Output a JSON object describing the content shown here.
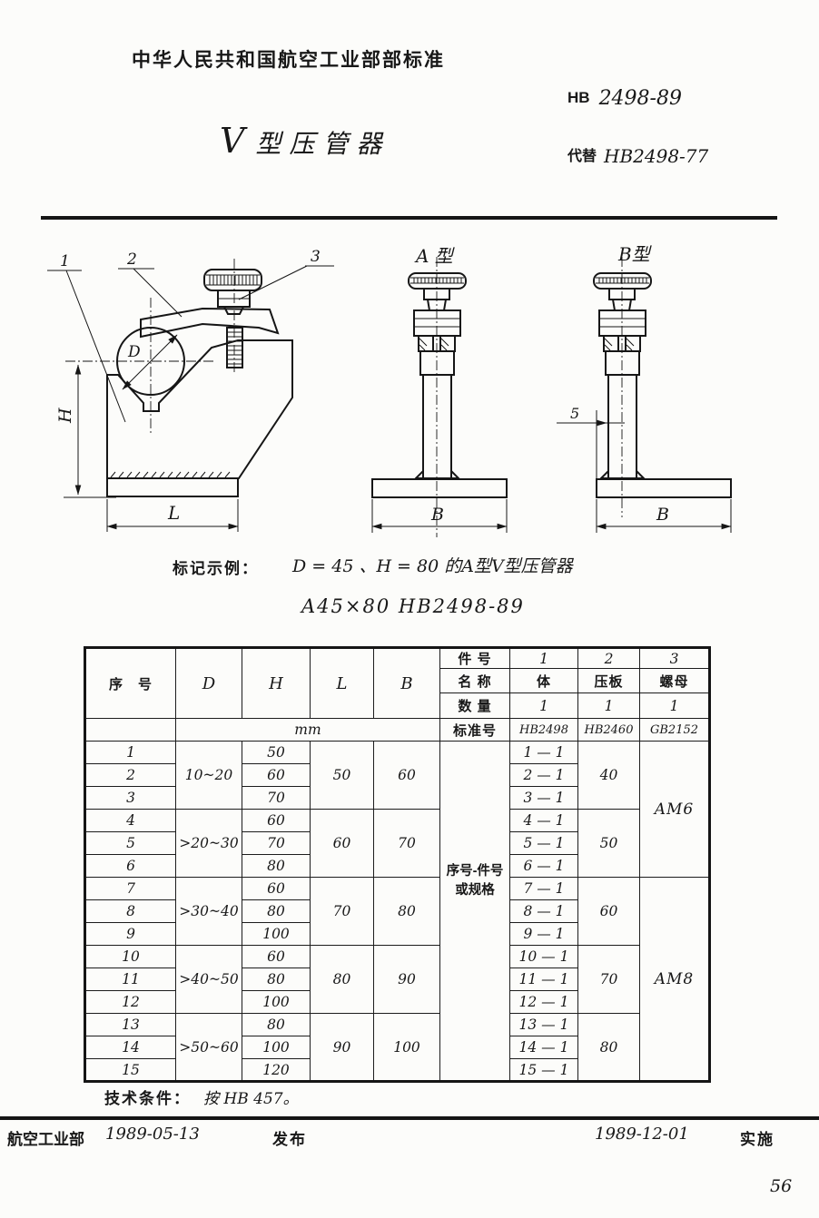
{
  "header": {
    "org_standard": "中华人民共和国航空工业部部标准",
    "code_prefix": "HB",
    "code_number": "2498-89",
    "title": "V型压管器",
    "replace_label": "代替",
    "replace_number": "HB2498-77"
  },
  "drawing": {
    "callout_1": "1",
    "callout_2": "2",
    "callout_3": "3",
    "callout_5": "5",
    "dim_d": "D",
    "dim_h": "H",
    "dim_l": "L",
    "dim_b_a": "B",
    "dim_b_b": "B",
    "view_a_label": "A 型",
    "view_b_label": "B型"
  },
  "example": {
    "label": "标记示例：",
    "description": "D = 45 、H = 80 的A型V型压管器",
    "designation": "A45×80  HB2498-89"
  },
  "table": {
    "unit": "mm",
    "columns": {
      "no": "序　号",
      "d": "D",
      "h": "H",
      "l": "L",
      "b": "B"
    },
    "parts_header": {
      "no_label": "件 号",
      "name_label": "名 称",
      "qty_label": "数 量",
      "std_label": "标准号",
      "numbers": [
        "1",
        "2",
        "3"
      ],
      "names": [
        "体",
        "压板",
        "螺母"
      ],
      "qtys": [
        "1",
        "1",
        "1"
      ],
      "stds": [
        "HB2498",
        "HB2460",
        "GB2152"
      ]
    },
    "middle_note": {
      "line1": "序号-件号",
      "line2": "或规格"
    },
    "groups": [
      {
        "d": "10~20",
        "l": "50",
        "b": "60",
        "plate": "40"
      },
      {
        "d": ">20~30",
        "l": "60",
        "b": "70",
        "plate": "50"
      },
      {
        "d": ">30~40",
        "l": "70",
        "b": "80",
        "plate": "60"
      },
      {
        "d": ">40~50",
        "l": "80",
        "b": "90",
        "plate": "70"
      },
      {
        "d": ">50~60",
        "l": "90",
        "b": "100",
        "plate": "80"
      }
    ],
    "nuts": [
      {
        "label": "AM6"
      },
      {
        "label": "AM8"
      }
    ],
    "rows": [
      {
        "no": "1",
        "h": "50",
        "body": "1 — 1"
      },
      {
        "no": "2",
        "h": "60",
        "body": "2 — 1"
      },
      {
        "no": "3",
        "h": "70",
        "body": "3 — 1"
      },
      {
        "no": "4",
        "h": "60",
        "body": "4 — 1"
      },
      {
        "no": "5",
        "h": "70",
        "body": "5 — 1"
      },
      {
        "no": "6",
        "h": "80",
        "body": "6 — 1"
      },
      {
        "no": "7",
        "h": "60",
        "body": "7 — 1"
      },
      {
        "no": "8",
        "h": "80",
        "body": "8 — 1"
      },
      {
        "no": "9",
        "h": "100",
        "body": "9 — 1"
      },
      {
        "no": "10",
        "h": "60",
        "body": "10 — 1"
      },
      {
        "no": "11",
        "h": "80",
        "body": "11 — 1"
      },
      {
        "no": "12",
        "h": "100",
        "body": "12 — 1"
      },
      {
        "no": "13",
        "h": "80",
        "body": "13 — 1"
      },
      {
        "no": "14",
        "h": "100",
        "body": "14 — 1"
      },
      {
        "no": "15",
        "h": "120",
        "body": "15 — 1"
      }
    ]
  },
  "tech": {
    "label": "技术条件：",
    "text": "按 HB 457。"
  },
  "footer": {
    "issuer": "航空工业部",
    "issue_date": "1989-05-13",
    "issue_label": "发布",
    "impl_date": "1989-12-01",
    "impl_label": "实施"
  },
  "page_number": "56"
}
